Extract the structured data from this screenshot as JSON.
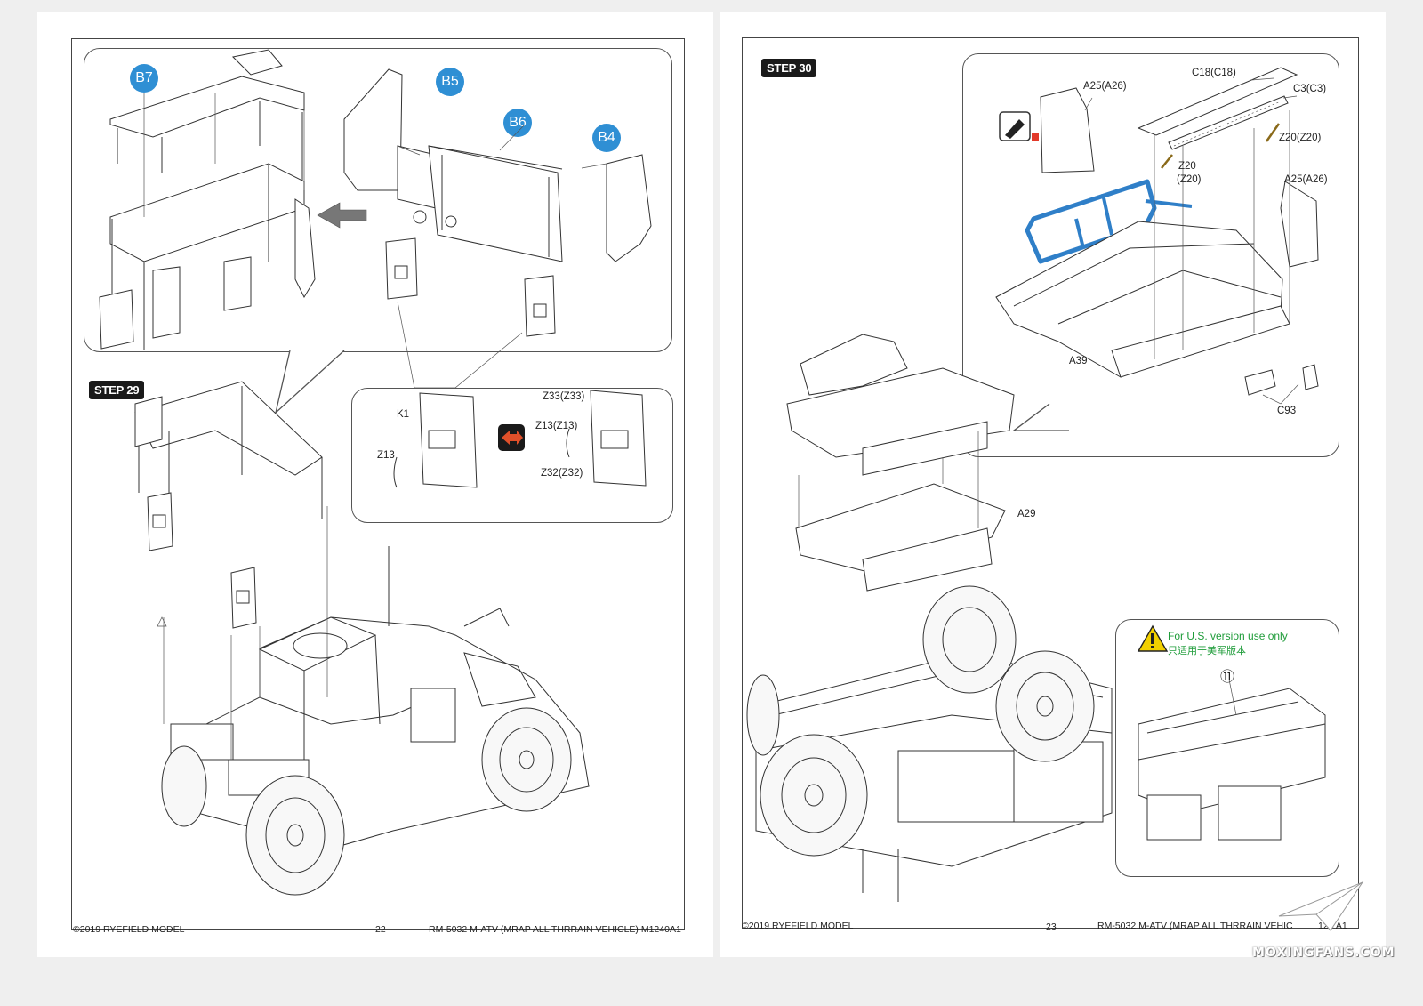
{
  "left_page": {
    "step_label": "STEP 29",
    "badges": [
      "B7",
      "B5",
      "B6",
      "B4"
    ],
    "callout_labels": {
      "k1": "K1",
      "z13": "Z13",
      "z33": "Z33(Z33)",
      "z13m": "Z13(Z13)",
      "z32": "Z32(Z32)"
    },
    "footer": {
      "copyright": "©2019 RYEFIELD MODEL",
      "page_number": "22",
      "title": "RM-5032 M-ATV (MRAP ALL THRRAIN VEHICLE) M1240A1"
    }
  },
  "right_page": {
    "step_label": "STEP 30",
    "labels": {
      "a25": "A25(A26)",
      "c18": "C18(C18)",
      "c3": "C3(C3)",
      "z20a": "Z20(Z20)",
      "z20b_1": "Z20",
      "z20b_2": "(Z20)",
      "a25b": "A25(A26)",
      "a39": "A39",
      "c93": "C93",
      "a29": "A29"
    },
    "warning": {
      "line1": "For U.S. version use only",
      "line2": "只适用于美军版本",
      "ref_number": "⑪"
    },
    "footer": {
      "copyright": "©2019 RYEFIELD MODEL",
      "page_number": "23",
      "title": "RM-5032 M-ATV (MRAP ALL THRRAIN VEHIC",
      "title_tail": "124 A1"
    }
  },
  "colors": {
    "badge": "#2f8fd4",
    "highlight_rail": "#2f7fc8",
    "warning_text": "#1f9c3a",
    "warning_triangle": "#f2d000",
    "swap_arrow": "#e0502a"
  },
  "watermark": "MOXINGFANS.COM"
}
